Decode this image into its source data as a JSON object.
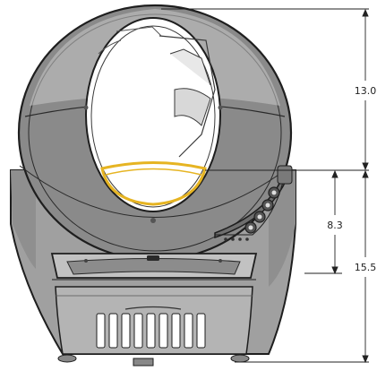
{
  "dimensions": {
    "upper": "13.0",
    "middle": "8.3",
    "total": "15.5"
  },
  "colors": {
    "body_fill": "#9b9b9b",
    "globe_fill": "#8a8a8a",
    "window_fill": "#ffffff",
    "accent_ring": "#e6b422",
    "outline": "#1e1e1e",
    "dimension_line": "#222222"
  }
}
